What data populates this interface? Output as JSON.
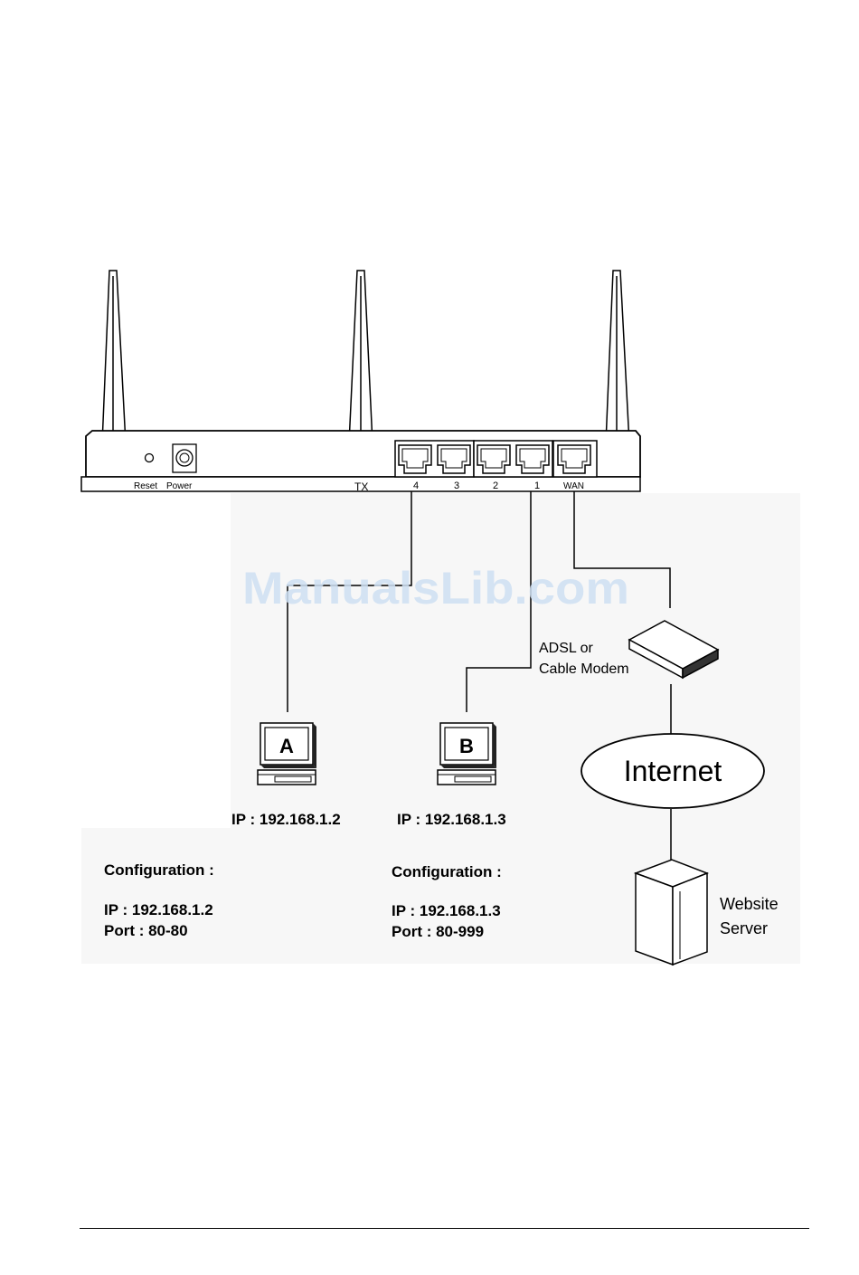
{
  "router": {
    "back_labels": {
      "reset": "Reset",
      "power": "Power",
      "tx": "TX",
      "lan_ports": [
        "4",
        "3",
        "2",
        "1"
      ],
      "wan": "WAN"
    }
  },
  "watermark": "ManualsLib.com",
  "modem": {
    "label_line1": "ADSL or",
    "label_line2": "Cable Modem"
  },
  "internet": {
    "label": "Internet"
  },
  "server": {
    "label_line1": "Website",
    "label_line2": "Server"
  },
  "computers": [
    {
      "letter": "A",
      "ip_caption": "IP : 192.168.1.2",
      "config_title": "Configuration :",
      "config_ip": "IP : 192.168.1.2",
      "config_port": "Port : 80-80"
    },
    {
      "letter": "B",
      "ip_caption": "IP : 192.168.1.3",
      "config_title": "Configuration :",
      "config_ip": "IP : 192.168.1.3",
      "config_port": "Port : 80-999"
    }
  ]
}
